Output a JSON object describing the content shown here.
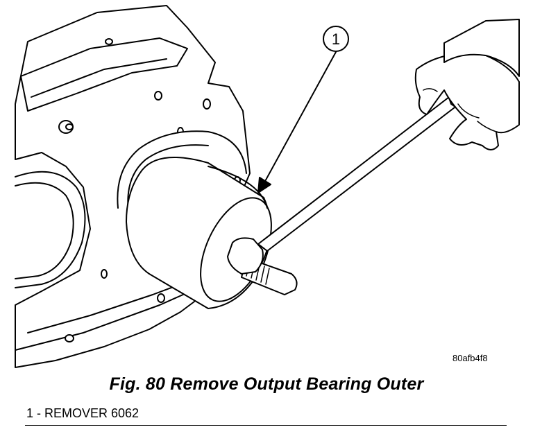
{
  "figure": {
    "callout_number": "1",
    "image_id": "80afb4f8",
    "caption": "Fig. 80 Remove Output Bearing Outer",
    "legend_items": [
      "1 - REMOVER 6062"
    ]
  }
}
